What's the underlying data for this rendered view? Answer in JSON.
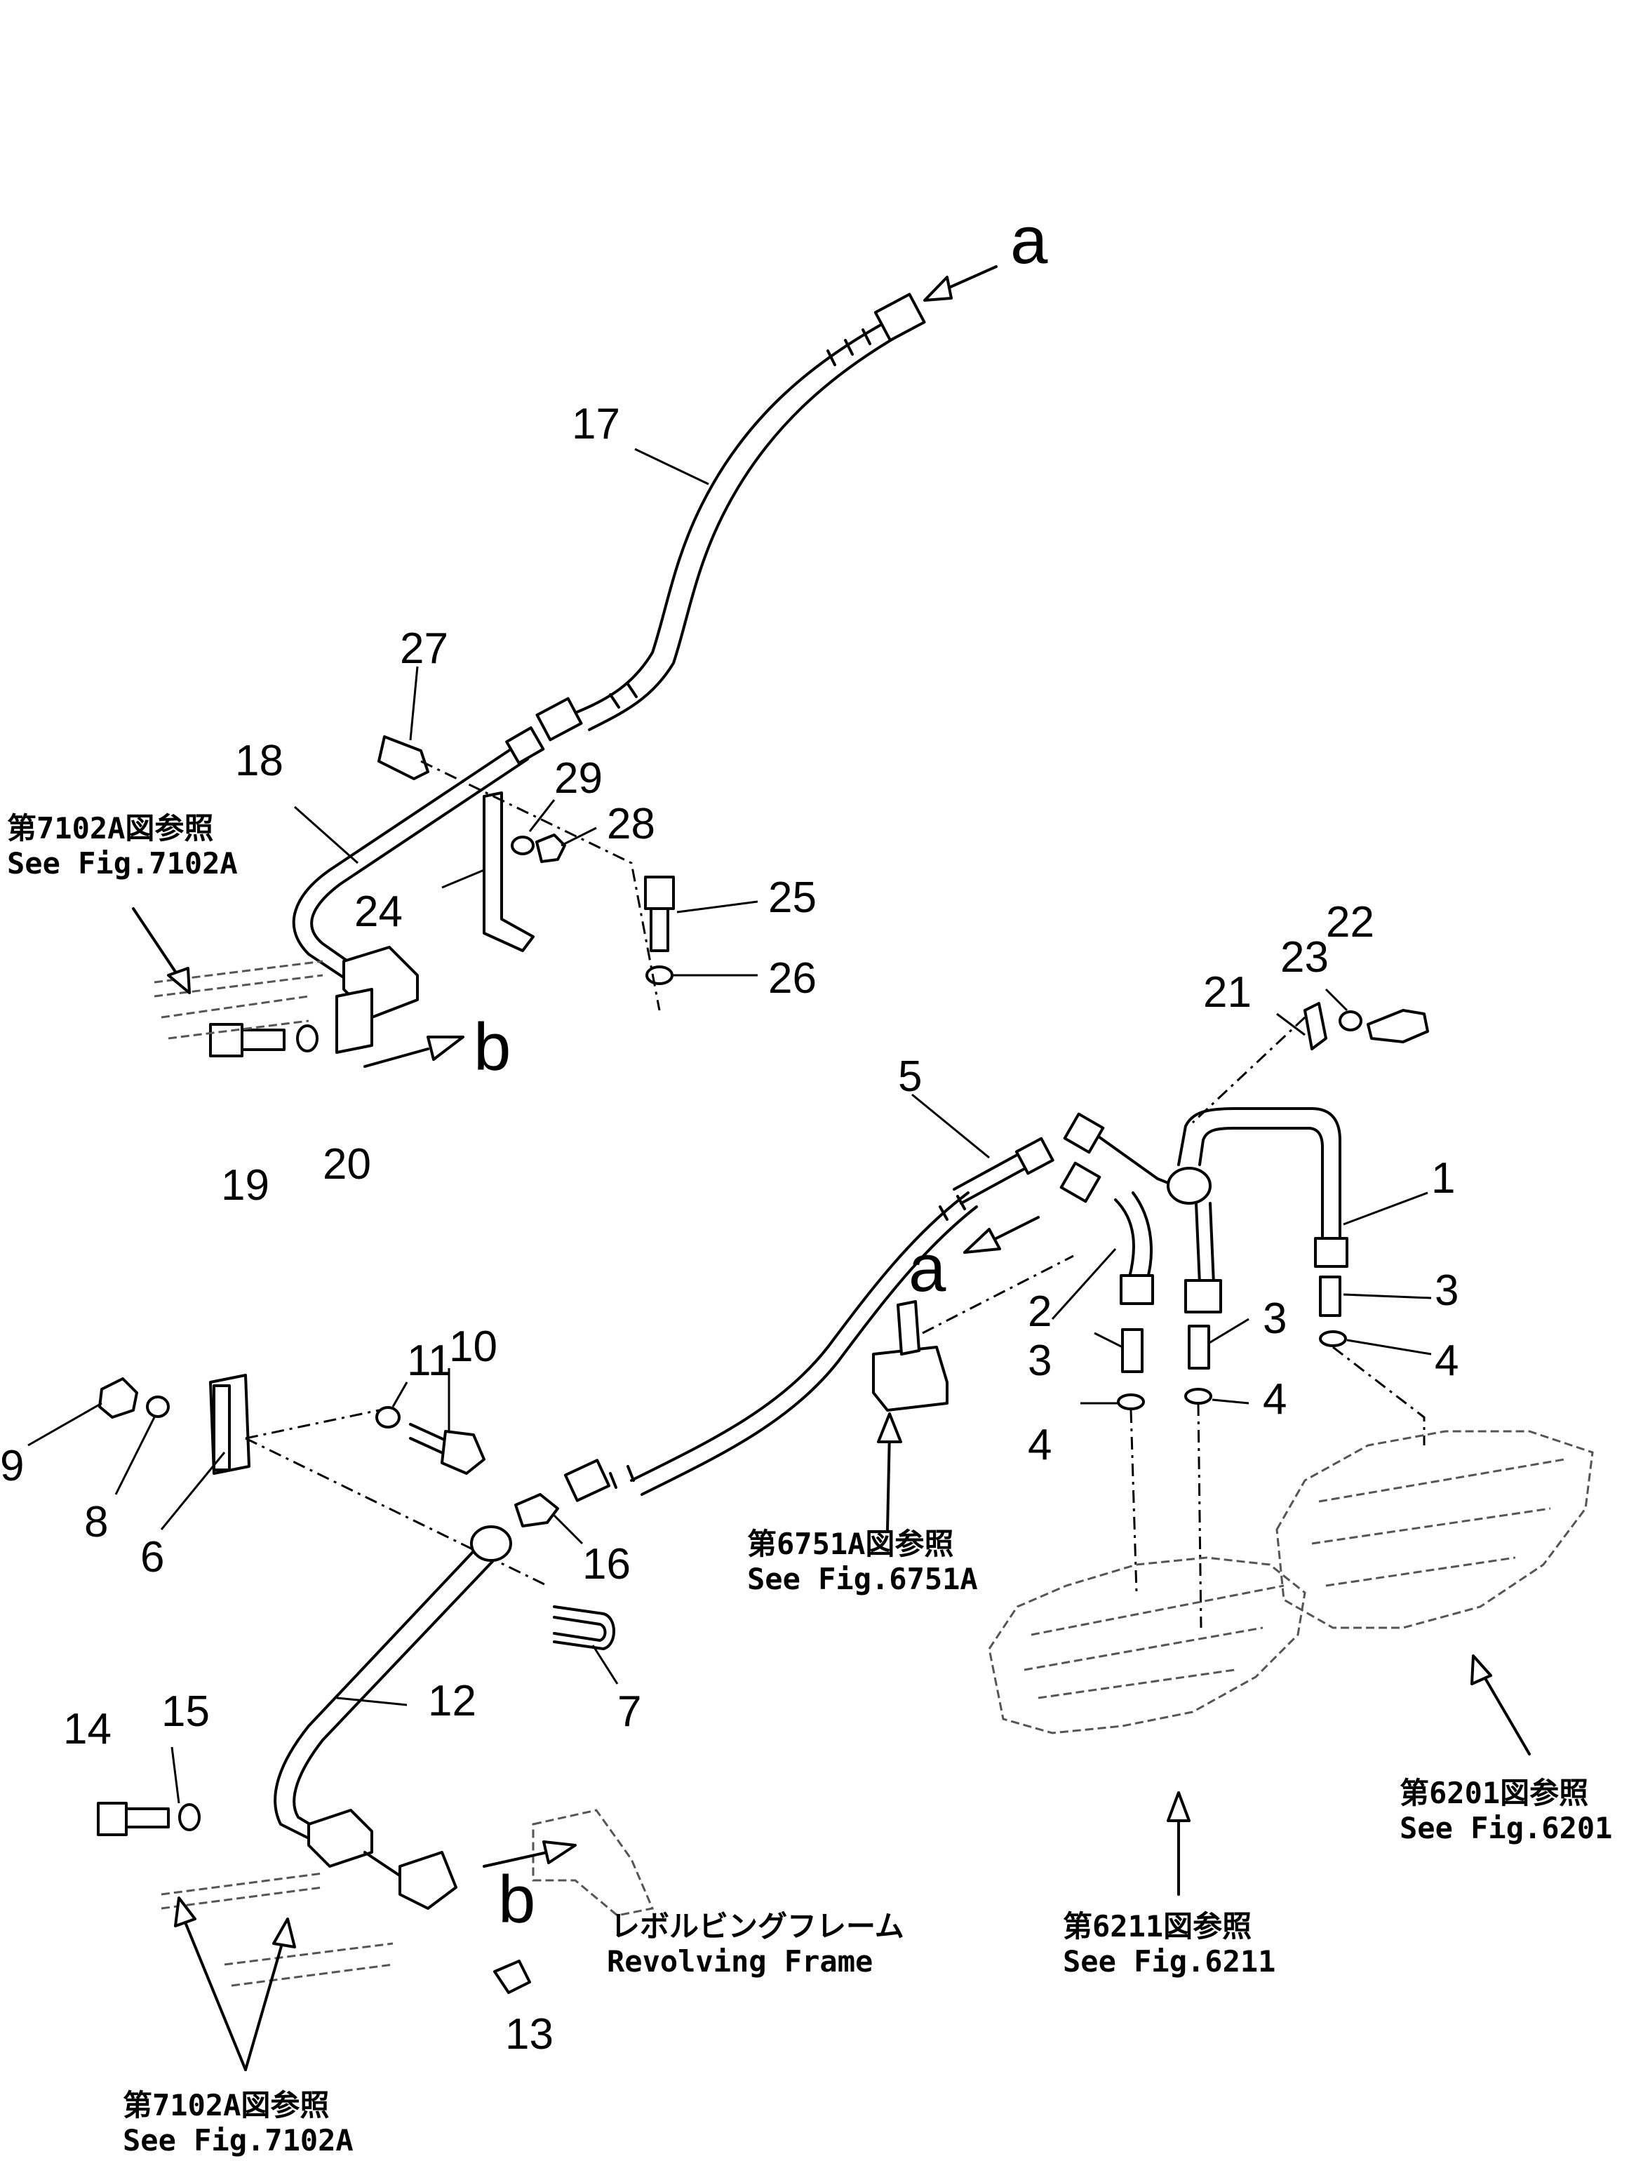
{
  "callouts": {
    "n1": "1",
    "n2": "2",
    "n3a": "3",
    "n3b": "3",
    "n3c": "3",
    "n4a": "4",
    "n4b": "4",
    "n4c": "4",
    "n5": "5",
    "n6": "6",
    "n7": "7",
    "n8": "8",
    "n9": "9",
    "n10": "10",
    "n11": "11",
    "n12": "12",
    "n13": "13",
    "n14": "14",
    "n15": "15",
    "n16": "16",
    "n17": "17",
    "n18": "18",
    "n19": "19",
    "n20": "20",
    "n21": "21",
    "n22": "22",
    "n23": "23",
    "n24": "24",
    "n25": "25",
    "n26": "26",
    "n27": "27",
    "n28": "28",
    "n29": "29"
  },
  "connections": {
    "a_top": "a",
    "a_mid": "a",
    "b_top": "b",
    "b_bottom": "b"
  },
  "references": {
    "fig7102a_top_jp": "第7102A図参照",
    "fig7102a_top_en": "See Fig.7102A",
    "fig6751a_jp": "第6751A図参照",
    "fig6751a_en": "See Fig.6751A",
    "fig6201_jp": "第6201図参照",
    "fig6201_en": "See Fig.6201",
    "fig6211_jp": "第6211図参照",
    "fig6211_en": "See Fig.6211",
    "revolving_frame_jp": "レボルビングフレーム",
    "revolving_frame_en": "Revolving Frame",
    "fig7102a_bottom_jp": "第7102A図参照",
    "fig7102a_bottom_en": "See Fig.7102A"
  }
}
